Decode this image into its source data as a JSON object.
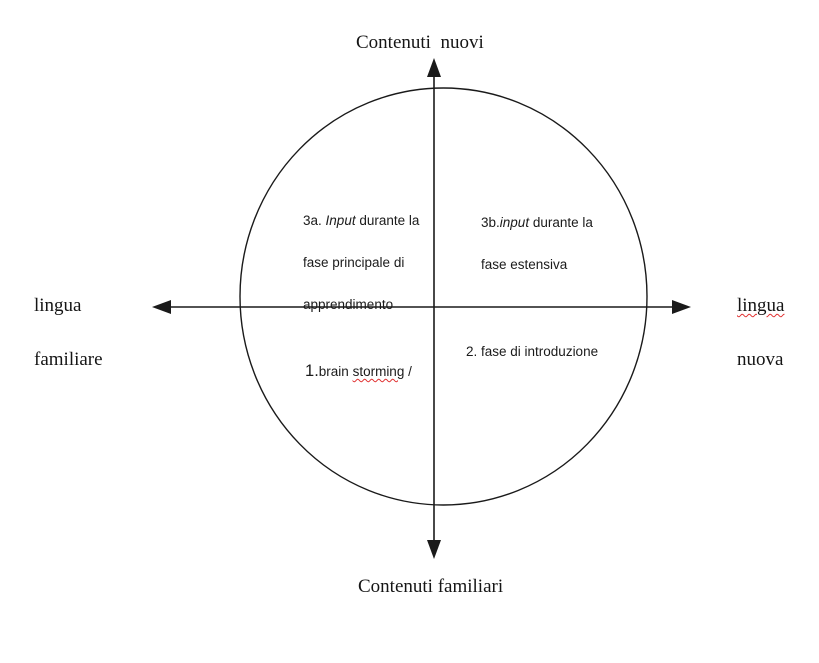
{
  "diagram": {
    "title": "language-content quadrant diagram",
    "axis_labels": {
      "top": "Contenuti  nuovi",
      "bottom": "Contenuti familiari",
      "left": {
        "line1": "lingua",
        "line2": "familiare"
      },
      "right": {
        "line1": "lingua",
        "line2": "nuova"
      }
    },
    "quadrants": {
      "top_left": {
        "lead": "3a. ",
        "em": "Input",
        "tail": " durante la",
        "line2": "fase principale di",
        "line3": "apprendimento"
      },
      "top_right": {
        "lead": "3b.",
        "em": "input",
        "tail": " durante la",
        "line2": "fase estensiva"
      },
      "bottom_left": {
        "num": "1.",
        "pre": "brain ",
        "wavy": "storming",
        "post": " /"
      },
      "bottom_right": {
        "text": "2. fase di introduzione"
      }
    },
    "colors": {
      "line": "#1a1a1a",
      "text": "#151515",
      "spellcheck": "#e03030",
      "background": "#ffffff"
    }
  }
}
